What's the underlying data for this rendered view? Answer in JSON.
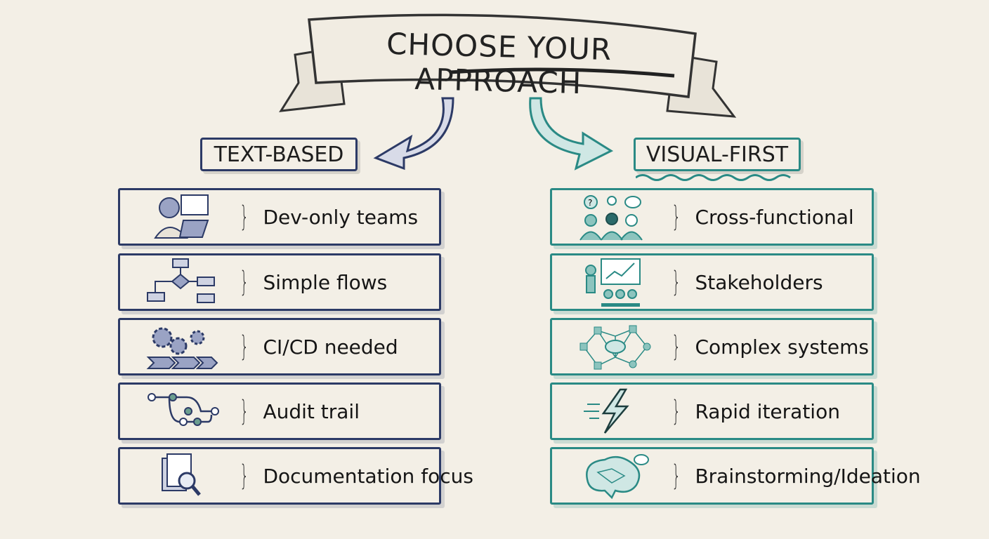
{
  "title": "CHOOSE YOUR APPROACH",
  "colors": {
    "background": "#f3efe6",
    "text_based": "#2c3a66",
    "visual_first": "#2a8a85"
  },
  "left": {
    "header": "TEXT-BASED",
    "items": [
      {
        "label": "Dev-only teams",
        "icon": "developer-laptop-icon"
      },
      {
        "label": "Simple flows",
        "icon": "flowchart-icon"
      },
      {
        "label": "CI/CD needed",
        "icon": "gears-pipeline-icon"
      },
      {
        "label": "Audit trail",
        "icon": "git-branch-icon"
      },
      {
        "label": "Documentation focus",
        "icon": "documents-magnifier-icon"
      }
    ]
  },
  "right": {
    "header": "VISUAL-FIRST",
    "items": [
      {
        "label": "Cross-functional",
        "icon": "team-ideas-icon"
      },
      {
        "label": "Stakeholders",
        "icon": "presentation-icon"
      },
      {
        "label": "Complex systems",
        "icon": "network-cloud-icon"
      },
      {
        "label": "Rapid iteration",
        "icon": "lightning-icon"
      },
      {
        "label": "Brainstorming/Ideation",
        "icon": "brain-network-icon"
      }
    ]
  }
}
